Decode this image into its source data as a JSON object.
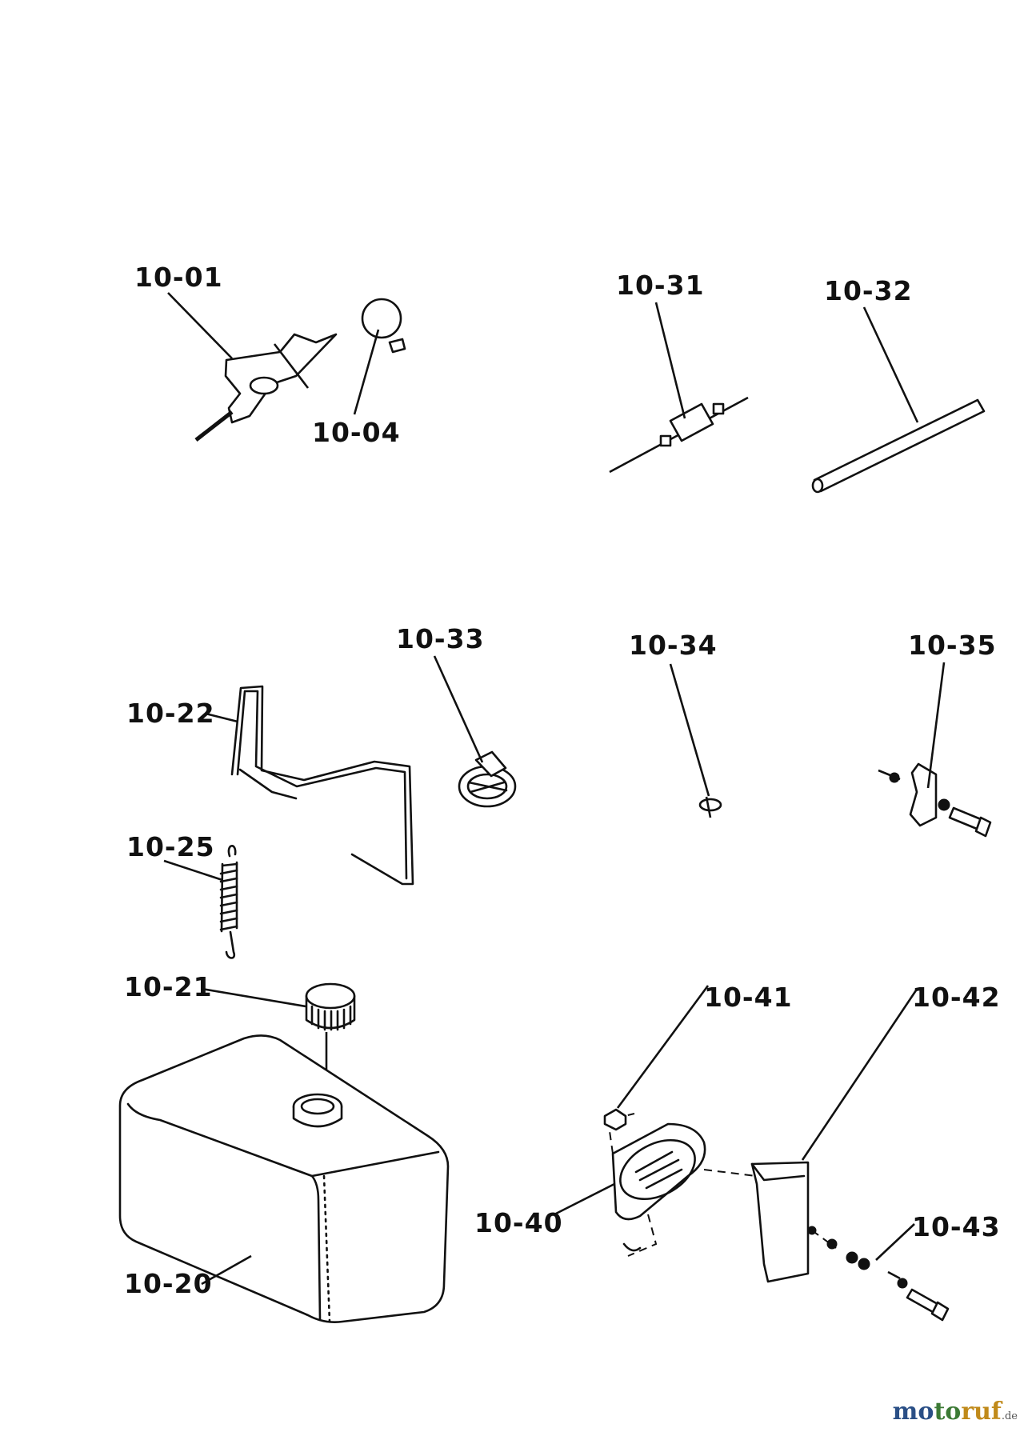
{
  "labels": {
    "p1001": "10-01",
    "p1004": "10-04",
    "p1031": "10-31",
    "p1032": "10-32",
    "p1033": "10-33",
    "p1034": "10-34",
    "p1035": "10-35",
    "p1022": "10-22",
    "p1025": "10-25",
    "p1021": "10-21",
    "p1041": "10-41",
    "p1042": "10-42",
    "p1040": "10-40",
    "p1043": "10-43",
    "p1020": "10-20"
  },
  "watermark": {
    "part1": "mo",
    "part2": "to",
    "part3": "ruf",
    "tld": ".de"
  }
}
